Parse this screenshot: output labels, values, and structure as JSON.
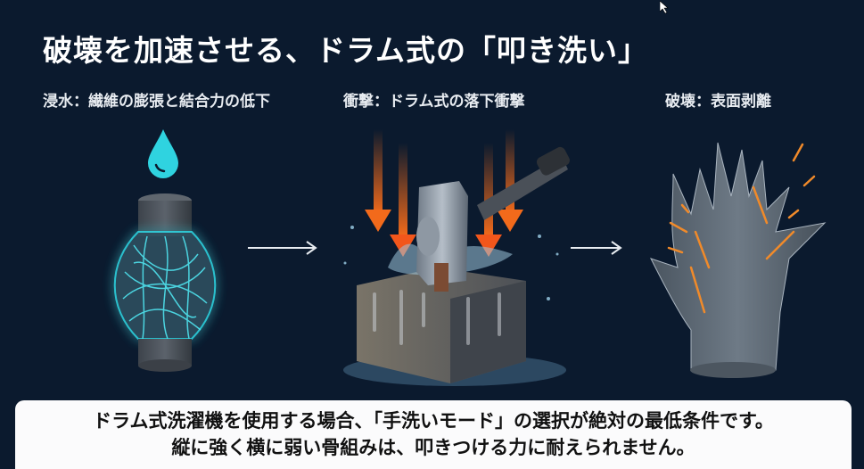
{
  "slide": {
    "title": "破壊を加速させる、ドラム式の「叩き洗い」",
    "background_color": "#0b1a2e",
    "stages": [
      {
        "label": "浸水：繊維の膨張と結合力の低下",
        "illustration": "swollen-fiber-cylinder",
        "accent_color": "#2fd3e0"
      },
      {
        "label": "衝撃：ドラム式の落下衝撃",
        "illustration": "hammer-striking-wet-box",
        "accent_color": "#f26a1b"
      },
      {
        "label": "破壊：表面剥離",
        "illustration": "shredded-fiber-stump",
        "accent_color": "#f08a2a"
      }
    ],
    "flow_arrows": [
      "right-arrow",
      "right-arrow"
    ],
    "callout": {
      "line1": "ドラム式洗濯機を使用する場合、「手洗いモード」の選択が絶対の最低条件です。",
      "line2": "縦に強く横に弱い骨組みは、叩きつける力に耐えられません。"
    }
  }
}
